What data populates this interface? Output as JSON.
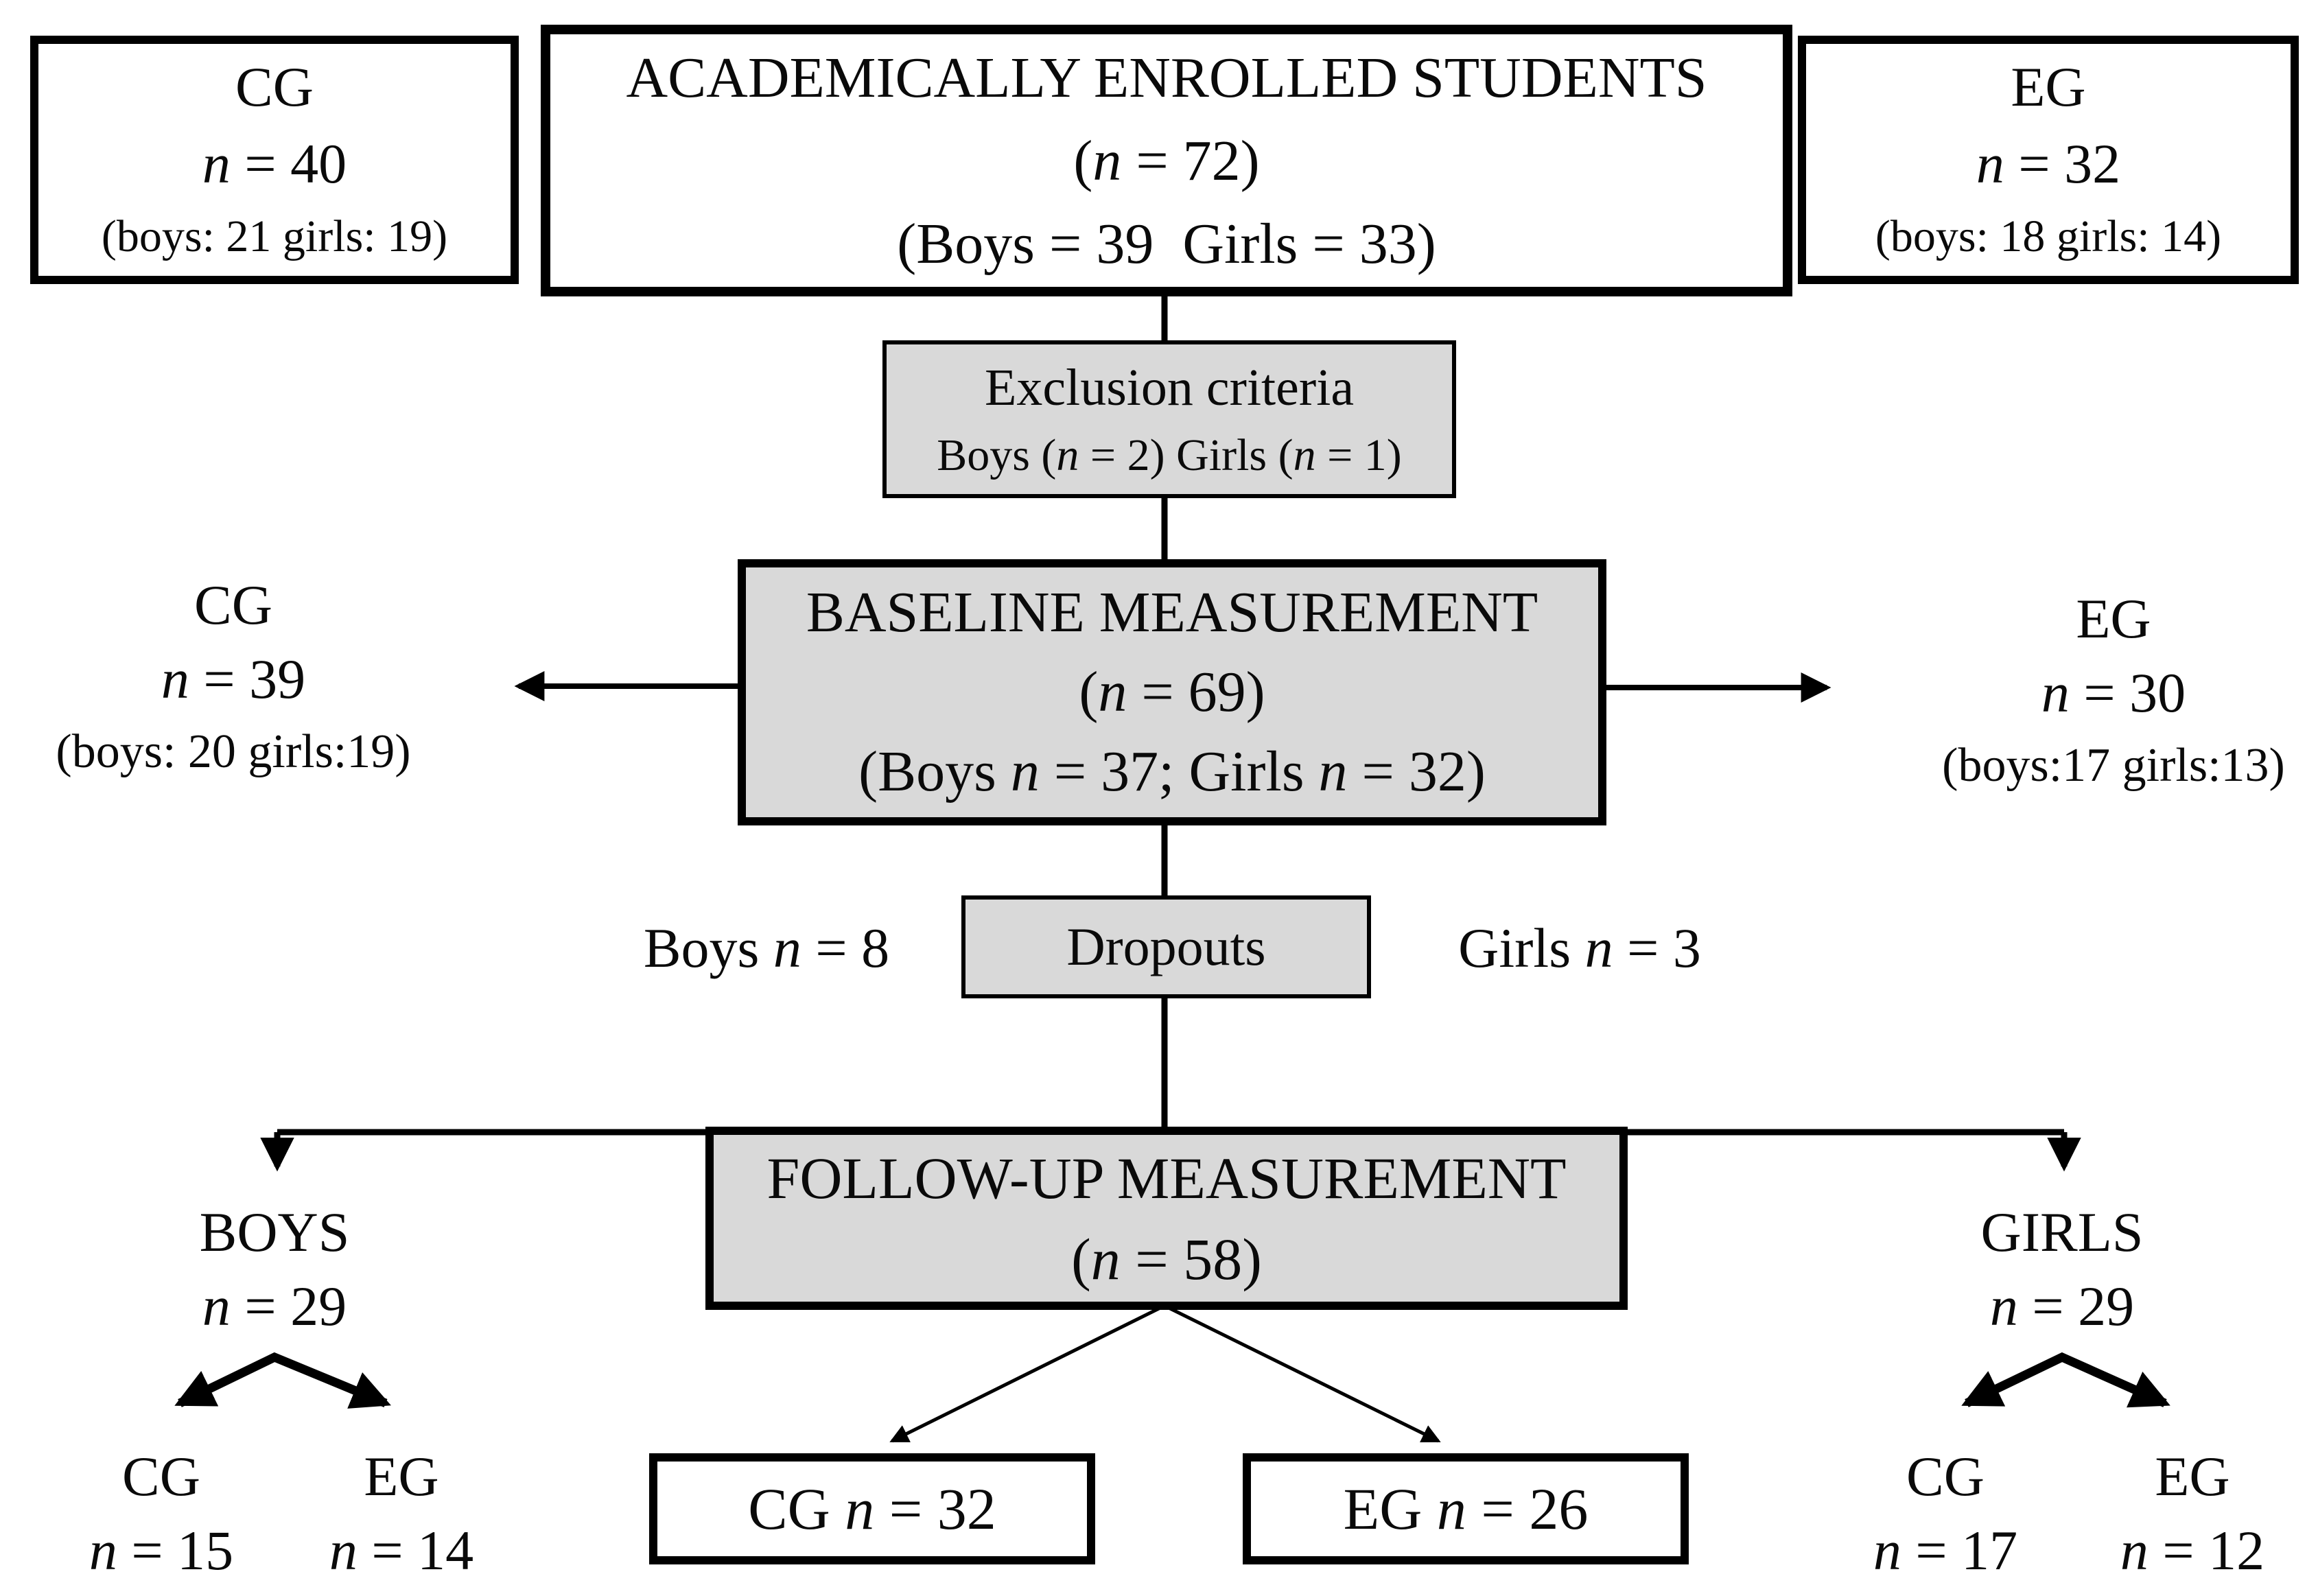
{
  "diagram": {
    "colors": {
      "line": "#000000",
      "box_fill_gray": "#d9d9d9",
      "box_fill_white": "#ffffff",
      "background": "#ffffff",
      "text": "#0a0a0a"
    },
    "boxes": {
      "cg_top": {
        "title": "CG",
        "n": "n = 40",
        "detail": "(boys: 21 girls: 19)"
      },
      "enrolled": {
        "title": "ACADEMICALLY ENROLLED STUDENTS",
        "n": "(n = 72)",
        "detail": "(Boys = 39  Girls = 33)"
      },
      "eg_top": {
        "title": "EG",
        "n": "n = 32",
        "detail": "(boys: 18 girls: 14)"
      },
      "exclusion": {
        "title": "Exclusion criteria",
        "detail": "Boys (n = 2) Girls (n = 1)"
      },
      "baseline": {
        "title": "BASELINE MEASUREMENT",
        "n": "(n = 69)",
        "detail": "(Boys n = 37; Girls n = 32)"
      },
      "dropouts": {
        "title": "Dropouts"
      },
      "followup": {
        "title": "FOLLOW-UP MEASUREMENT",
        "n": "(n = 58)"
      },
      "cg_final": {
        "title": "CG n = 32"
      },
      "eg_final": {
        "title": "EG n = 26"
      }
    },
    "labels": {
      "baseline_cg": {
        "title": "CG",
        "n": "n = 39",
        "detail": "(boys: 20 girls:19)"
      },
      "baseline_eg": {
        "title": "EG",
        "n": "n = 30",
        "detail": "(boys:17 girls:13)"
      },
      "dropout_boys": "Boys n = 8",
      "dropout_girls": "Girls n = 3",
      "boys": {
        "title": "BOYS",
        "n": "n = 29"
      },
      "girls": {
        "title": "GIRLS",
        "n": "n = 29"
      },
      "boys_cg": {
        "title": "CG",
        "n": "n = 15"
      },
      "boys_eg": {
        "title": "EG",
        "n": "n = 14"
      },
      "girls_cg": {
        "title": "CG",
        "n": "n = 17"
      },
      "girls_eg": {
        "title": "EG",
        "n": "n = 12"
      }
    }
  }
}
